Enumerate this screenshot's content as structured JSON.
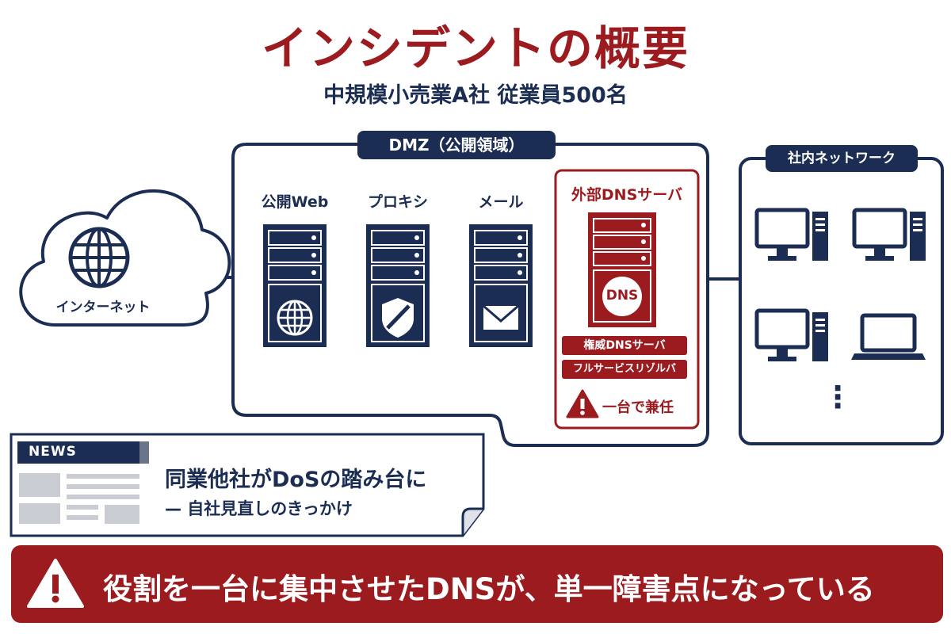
{
  "title": "インシデントの概要",
  "subtitle": "中規模小売業A社  従業員500名",
  "internet": {
    "label": "インターネット",
    "icon": "globe-icon"
  },
  "dmz": {
    "label": "DMZ（公開領域）",
    "servers": [
      {
        "label": "公開Web",
        "icon": "globe-icon"
      },
      {
        "label": "プロキシ",
        "icon": "shield-icon"
      },
      {
        "label": "メール",
        "icon": "envelope-icon"
      }
    ],
    "dns_server": {
      "label": "外部DNSサーバ",
      "badge": "DNS",
      "roles": [
        "権威DNSサーバ",
        "フルサービスリゾルバ"
      ],
      "warning": "一台で兼任"
    }
  },
  "internal": {
    "label": "社内ネットワーク",
    "devices": [
      "desktop-icon",
      "desktop-icon",
      "desktop-icon",
      "laptop-icon"
    ],
    "more": "⋮"
  },
  "news": {
    "tag": "NEWS",
    "headline": "同業他社がDoSの踏み台に",
    "subline": "—  自社見直しのきっかけ"
  },
  "banner": {
    "text": "役割を一台に集中させたDNSが、単一障害点になっている",
    "icon": "warning-icon"
  },
  "colors": {
    "navy": "#1b2d52",
    "red": "#9b1b1f",
    "white": "#ffffff",
    "gray": "#c9ccd3"
  }
}
